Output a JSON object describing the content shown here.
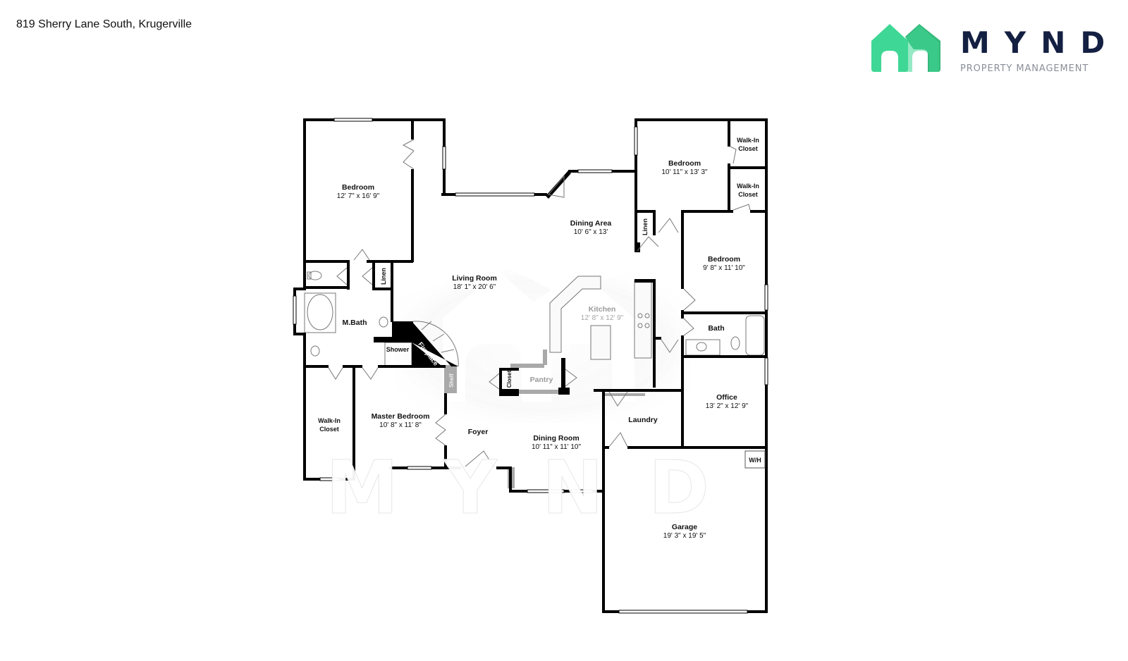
{
  "header": {
    "address": "819 Sherry Lane South, Krugerville"
  },
  "logo": {
    "wordmark": "MYND",
    "tagline": "PROPERTY MANAGEMENT",
    "icon": "houses-icon",
    "colors": {
      "house_light": "#3fd795",
      "house_dark": "#35b87a",
      "wordmark": "#142042",
      "tagline": "#8a8f99"
    }
  },
  "watermark": {
    "text": "MYND",
    "icon": "houses-watermark-icon"
  },
  "floorplan": {
    "rooms": [
      {
        "id": "bedroom-1",
        "name": "Bedroom",
        "dims": "12' 7\" x 16' 9\""
      },
      {
        "id": "dining-area",
        "name": "Dining Area",
        "dims": "10' 6\" x 13'"
      },
      {
        "id": "bedroom-2",
        "name": "Bedroom",
        "dims": "10' 11\" x 13' 3\""
      },
      {
        "id": "walk-in-closet-1",
        "name": "Walk-In Closet",
        "line1": "Walk-In",
        "line2": "Closet"
      },
      {
        "id": "walk-in-closet-2",
        "name": "Walk-In Closet",
        "line1": "Walk-In",
        "line2": "Closet"
      },
      {
        "id": "linen-1",
        "name": "Linen"
      },
      {
        "id": "bedroom-3",
        "name": "Bedroom",
        "dims": "9' 8\" x 11' 10\""
      },
      {
        "id": "living-room",
        "name": "Living Room",
        "dims": "18' 1\" x 20' 6\""
      },
      {
        "id": "linen-2",
        "name": "Linen"
      },
      {
        "id": "m-bath",
        "name": "M.Bath"
      },
      {
        "id": "kitchen",
        "name": "Kitchen",
        "dims": "12' 8\" x 12' 9\""
      },
      {
        "id": "bath",
        "name": "Bath"
      },
      {
        "id": "shower",
        "name": "Shower"
      },
      {
        "id": "fireplace",
        "name": "Fireplace"
      },
      {
        "id": "shelf",
        "name": "Shelf"
      },
      {
        "id": "closet",
        "name": "Closet"
      },
      {
        "id": "pantry",
        "name": "Pantry"
      },
      {
        "id": "office",
        "name": "Office",
        "dims": "13' 2\" x 12' 9\""
      },
      {
        "id": "walk-in-closet-3",
        "name": "Walk-In Closet",
        "line1": "Walk-In",
        "line2": "Closet"
      },
      {
        "id": "master-bedroom",
        "name": "Master Bedroom",
        "dims": "10' 8\" x 11' 8\""
      },
      {
        "id": "foyer",
        "name": "Foyer"
      },
      {
        "id": "dining-room",
        "name": "Dining Room",
        "dims": "10' 11\" x 11' 10\""
      },
      {
        "id": "laundry",
        "name": "Laundry"
      },
      {
        "id": "water-heater",
        "name": "W/H"
      },
      {
        "id": "garage",
        "name": "Garage",
        "dims": "19' 3\" x 19' 5\""
      }
    ]
  }
}
